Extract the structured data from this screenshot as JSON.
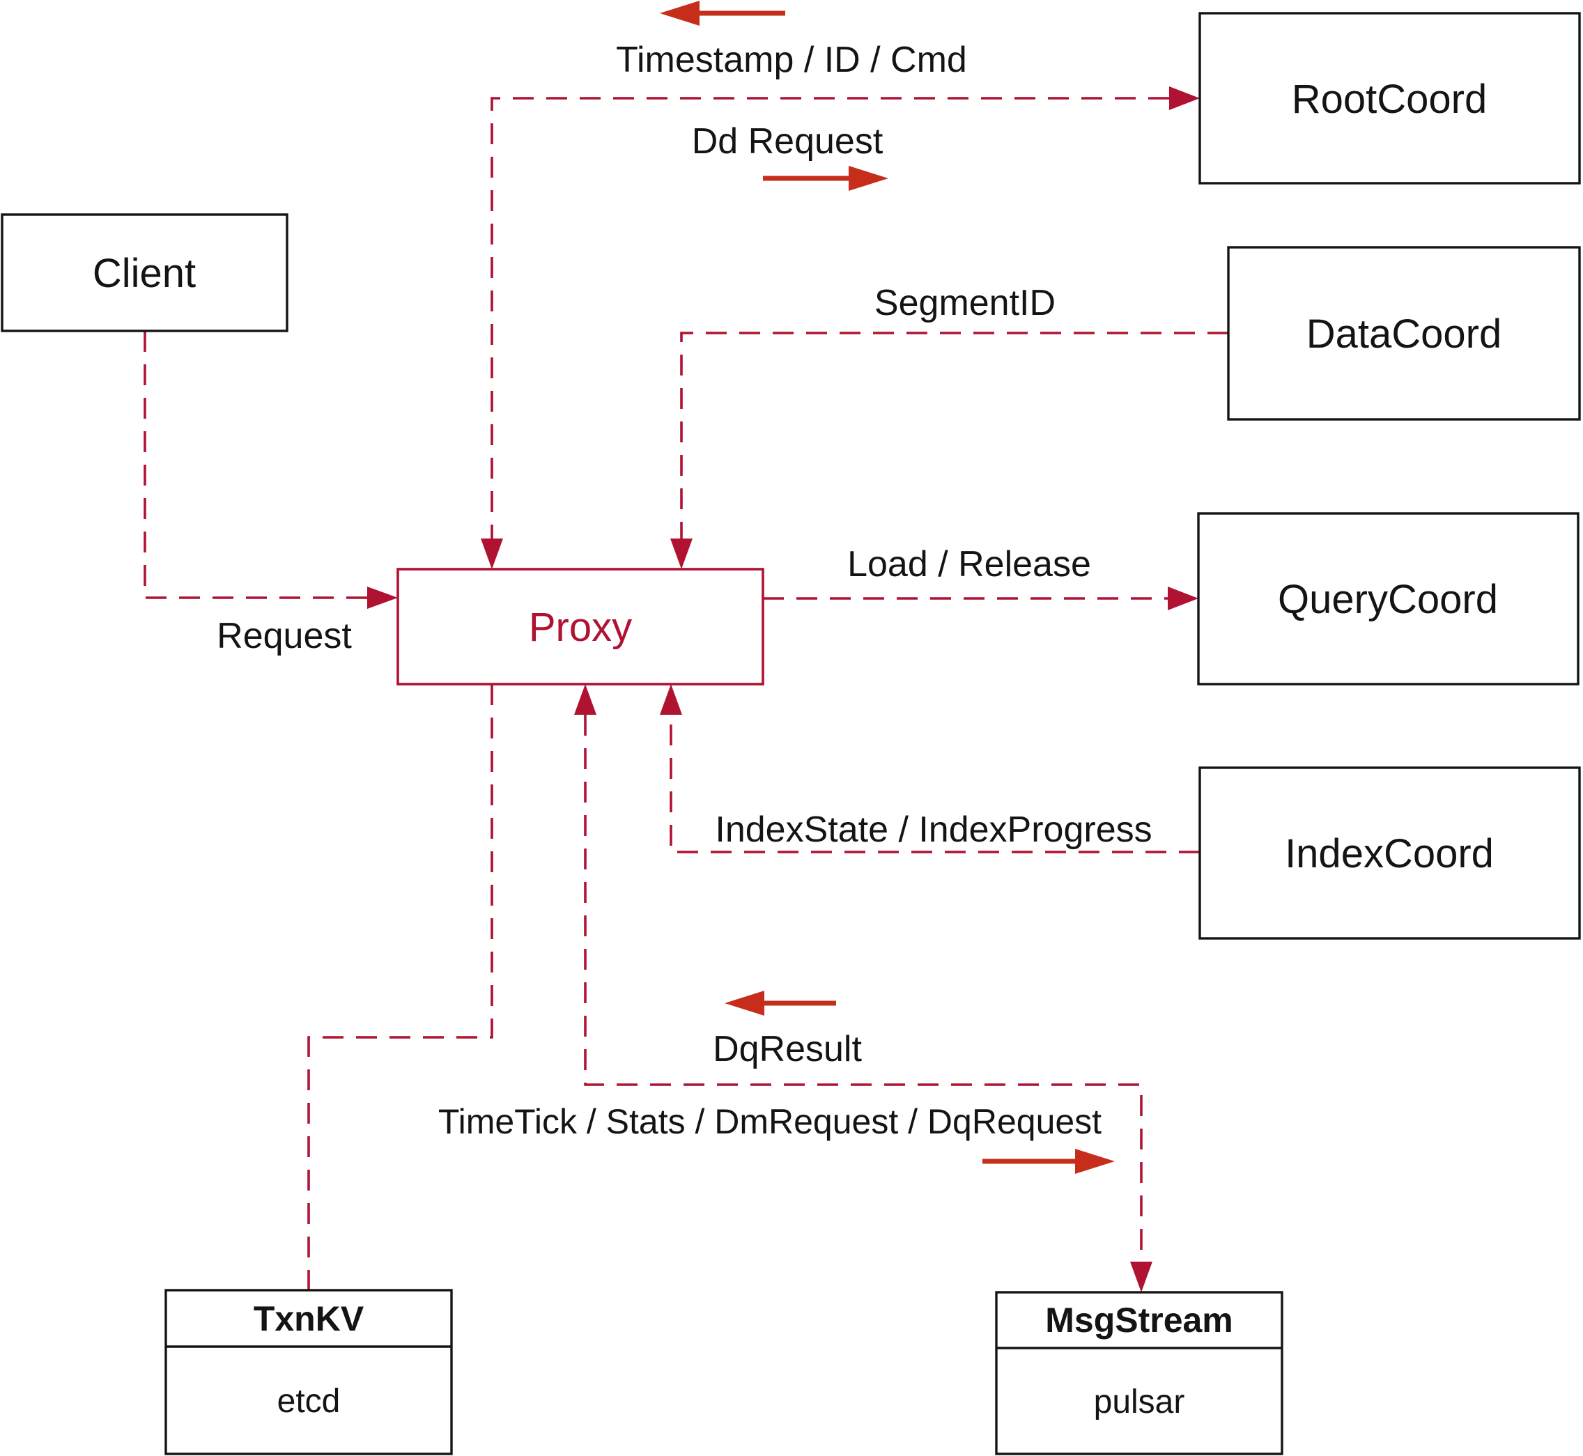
{
  "diagram": {
    "nodes": {
      "client": {
        "label": "Client"
      },
      "proxy": {
        "label": "Proxy"
      },
      "rootcoord": {
        "label": "RootCoord"
      },
      "datacoord": {
        "label": "DataCoord"
      },
      "querycoord": {
        "label": "QueryCoord"
      },
      "indexcoord": {
        "label": "IndexCoord"
      },
      "txnkv": {
        "title": "TxnKV",
        "sub": "etcd"
      },
      "msgstream": {
        "title": "MsgStream",
        "sub": "pulsar"
      }
    },
    "edges": {
      "timestamp": {
        "label": "Timestamp / ID / Cmd"
      },
      "dd_request": {
        "label": "Dd Request"
      },
      "segment_id": {
        "label": "SegmentID"
      },
      "load_release": {
        "label": "Load / Release"
      },
      "request": {
        "label": "Request"
      },
      "index_state": {
        "label": "IndexState / IndexProgress"
      },
      "dq_result": {
        "label": "DqResult"
      },
      "timetick": {
        "label": "TimeTick / Stats / DmRequest / DqRequest"
      }
    },
    "colors": {
      "dashed_line": "#b01231",
      "solid_arrow": "#c62d1a",
      "box_border": "#141414",
      "proxy_accent": "#b01231",
      "text": "#141414",
      "background": "#ffffff"
    }
  }
}
